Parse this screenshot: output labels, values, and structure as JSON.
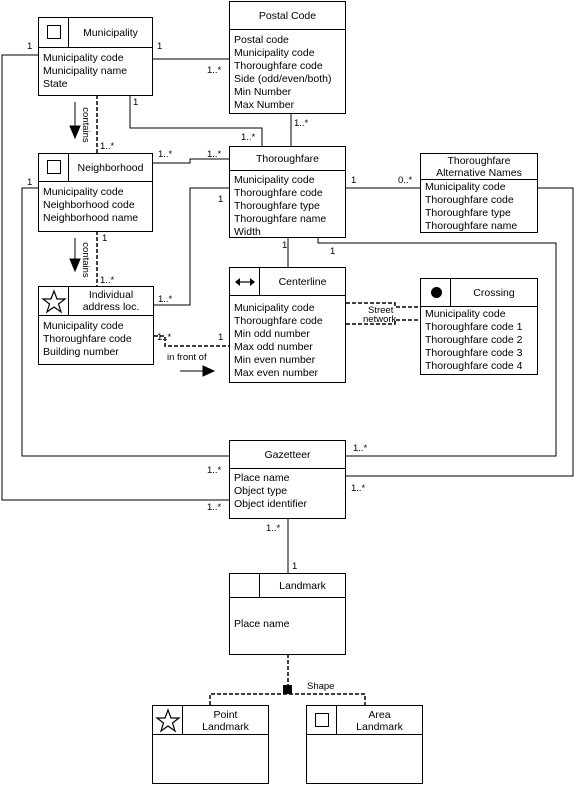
{
  "entities": {
    "municipality": {
      "name": "Municipality",
      "attrs": [
        "Municipality code",
        "Municipality name",
        "State"
      ]
    },
    "postal_code": {
      "name": "Postal Code",
      "attrs": [
        "Postal code",
        "Municipality code",
        "Thoroughfare code",
        "Side (odd/even/both)",
        "Min Number",
        "Max Number"
      ]
    },
    "neighborhood": {
      "name": "Neighborhood",
      "attrs": [
        "Municipality code",
        "Neighborhood code",
        "Neighborhood name"
      ]
    },
    "thoroughfare": {
      "name": "Thoroughfare",
      "attrs": [
        "Municipality code",
        "Thoroughfare code",
        "Thoroughfare type",
        "Thoroughfare name",
        "Width"
      ]
    },
    "thoroughfare_alt": {
      "name_line1": "Thoroughfare",
      "name_line2": "Alternative Names",
      "attrs": [
        "Municipality code",
        "Thoroughfare code",
        "Thoroughfare type",
        "Thoroughfare name"
      ]
    },
    "address": {
      "name_line1": "Individual",
      "name_line2": "address loc.",
      "attrs": [
        "Municipality code",
        "Thoroughfare code",
        "Building number"
      ]
    },
    "centerline": {
      "name": "Centerline",
      "attrs": [
        "Municipality code",
        "Thoroughfare code",
        "Min odd number",
        "Max odd number",
        "Min even number",
        "Max even number"
      ]
    },
    "crossing": {
      "name": "Crossing",
      "attrs": [
        "Municipality code",
        "Thoroughfare code 1",
        "Thoroughfare code 2",
        "Thoroughfare code 3",
        "Thoroughfare code 4"
      ]
    },
    "gazetteer": {
      "name": "Gazetteer",
      "attrs": [
        "Place name",
        "Object type",
        "Object identifier"
      ]
    },
    "landmark": {
      "name": "Landmark",
      "attrs": [
        "Place name"
      ]
    },
    "point_landmark": {
      "name_line1": "Point",
      "name_line2": "Landmark"
    },
    "area_landmark": {
      "name_line1": "Area",
      "name_line2": "Landmark"
    }
  },
  "relationship_labels": {
    "contains_1": "contains",
    "contains_2": "contains",
    "in_front_of": "in front of",
    "street_network_1": "Street",
    "street_network_2": "network",
    "shape": "Shape"
  },
  "multiplicities": {
    "mun_left_1": "1",
    "mun_postal_1": "1",
    "mun_postal_many": "1..*",
    "mun_bottom_1": "1",
    "mun_thor_many": "1..*",
    "mun_neigh_many": "1..*",
    "postal_thor_many": "1..*",
    "neigh_thor_left": "1..*",
    "neigh_thor_right": "1..*",
    "neigh_left_1": "1",
    "neigh_addr_1": "1",
    "neigh_addr_many": "1..*",
    "thor_addr_1": "1",
    "thor_addr_many": "1..*",
    "thor_alt_1": "1",
    "thor_alt_many": "0..*",
    "thor_center_1": "1",
    "thor_center_right_1": "1",
    "addr_center_many": "1..*",
    "addr_center_1": "1",
    "gaz_right_top": "1..*",
    "gaz_right_bottom": "1..*",
    "gaz_left_top": "1..*",
    "gaz_left_bottom": "1..*",
    "gaz_land_many": "1..*",
    "gaz_land_1": "1"
  },
  "icons": {
    "simple": "square-icon",
    "point": "star-icon",
    "line": "double-arrow-icon",
    "node": "filled-circle-icon"
  }
}
